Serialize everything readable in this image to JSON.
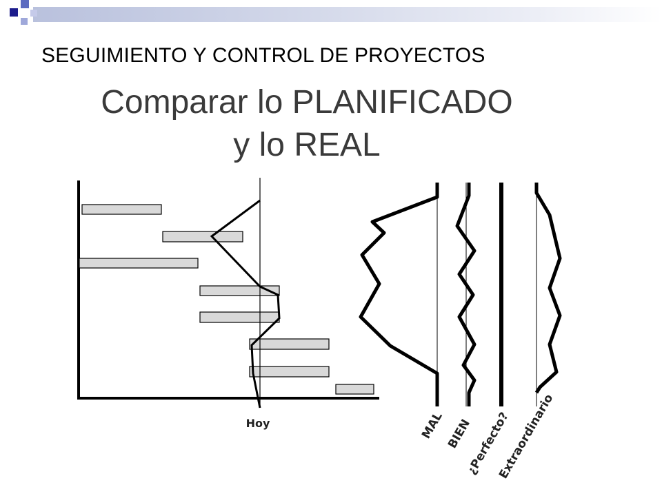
{
  "slide": {
    "title": "SEGUIMIENTO Y CONTROL DE PROYECTOS"
  },
  "diagram": {
    "heading_line1": "Comparar lo PLANIFICADO",
    "heading_line2": "y lo REAL",
    "today_label": "Hoy",
    "profile_labels": [
      "MAL",
      "BIEN",
      "¿Perfecto?",
      "Extraordinario"
    ]
  },
  "colors": {
    "bar_fill": "#d9d9d9",
    "accent_navy": "#1c1c8c",
    "accent_blue": "#5c6bc0",
    "accent_lavender": "#9fa8da"
  }
}
